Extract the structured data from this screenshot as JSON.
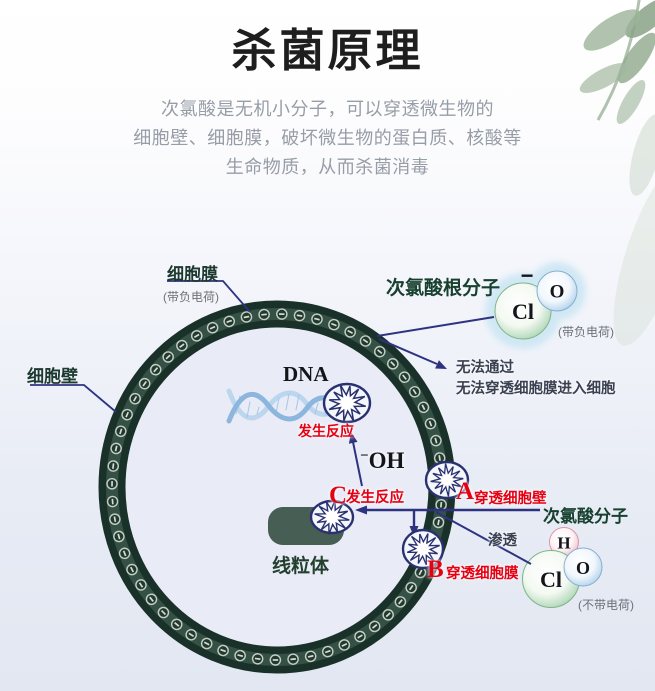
{
  "header": {
    "title": "杀菌原理",
    "subtitle_line1": "次氯酸是无机小分子，可以穿透微生物的",
    "subtitle_line2": "细胞壁、细胞膜，破坏微生物的蛋白质、核酸等",
    "subtitle_line3": "生命物质，从而杀菌消毒"
  },
  "cell": {
    "membrane_label": "细胞膜",
    "membrane_note": "(带负电荷)",
    "wall_label": "细胞壁",
    "dna_label": "DNA",
    "mitochondria_label": "线粒体"
  },
  "hypochlorite_ion": {
    "title": "次氯酸根分子",
    "note": "(带负电荷)",
    "blocked_line1": "无法通过",
    "blocked_line2": "无法穿透细胞膜进入细胞"
  },
  "hocl_molecule": {
    "title": "次氯酸分子",
    "note": "(不带电荷)",
    "permeate_label": "渗透"
  },
  "steps": {
    "reaction_dna": "发生反应",
    "a_letter": "A",
    "a_text": "穿透细胞壁",
    "b_letter": "B",
    "b_text": "穿透细胞膜",
    "c_letter": "C",
    "c_text": "发生反应",
    "oh_sup": "−",
    "oh_text": "OH"
  },
  "atoms": {
    "cl": "Cl",
    "o": "O",
    "h": "H",
    "minus": "−"
  },
  "colors": {
    "accent_red": "#e60012",
    "navy_line": "#2e3380",
    "dark_green_text": "#17402f",
    "ring_dark": "#1a312a",
    "ring_mid": "#355146",
    "mitochondria": "#465e53",
    "atom_green_rim": "#8fc09a",
    "atom_blue_rim": "#8fb8dc",
    "atom_pink_rim": "#e8acbe",
    "halo_blue": "#cfe7f4",
    "bg_bottom": "#e2e7f1"
  }
}
